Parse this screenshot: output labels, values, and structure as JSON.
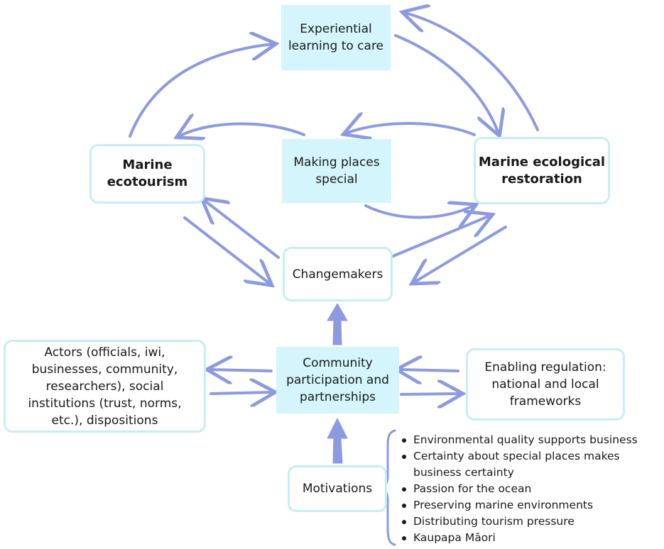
{
  "nodes": {
    "experiential": "Experiential\nlearning to care",
    "marine_ecotourism": "Marine\necotourism",
    "making_places_special": "Making places\nspecial",
    "marine_ecological_restoration": "Marine ecological\nrestoration",
    "changemakers": "Changemakers",
    "community": "Community\nparticipation and\npartnerships",
    "actors": "Actors (officials, iwi,\nbusinesses, community,\nresearchers), social\ninstitutions (trust, norms,\netc.), dispositions",
    "enabling": "Enabling regulation:\nnational and local\nframeworks",
    "motivations": "Motivations"
  },
  "motivation_items": [
    "Environmental quality supports business",
    "Certainty about special places makes\nbusiness certainty",
    "Passion for the ocean",
    "Preserving marine environments",
    "Distributing tourism pressure",
    "Kaupapa Māori"
  ],
  "colors": {
    "arrow": "#8c9be0",
    "box_fill": "#d3f5fb",
    "box_border": "#c6eef5"
  }
}
